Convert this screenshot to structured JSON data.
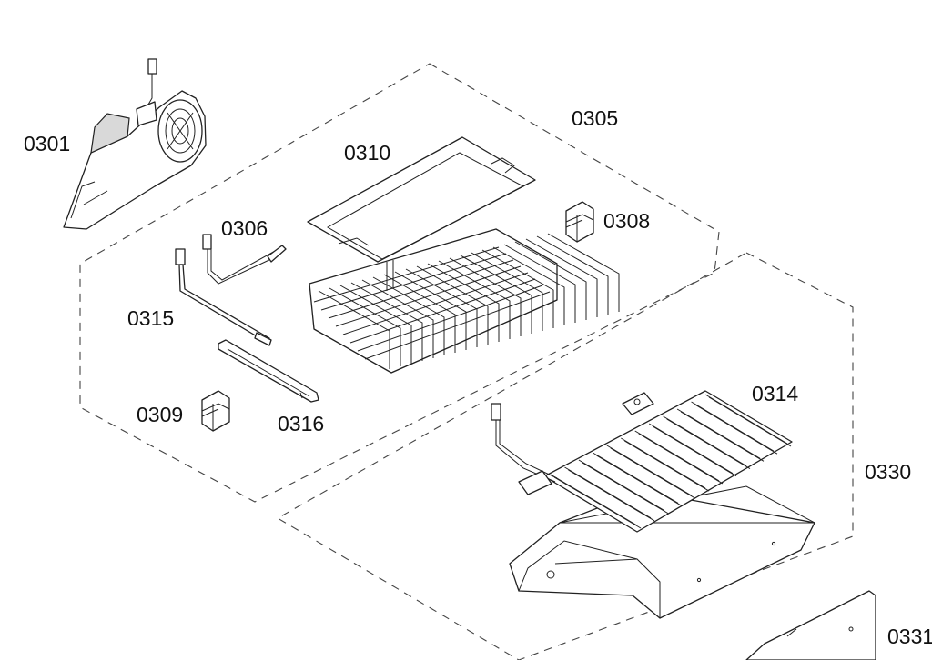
{
  "labels": {
    "p0301": "0301",
    "p0305": "0305",
    "p0306": "0306",
    "p0308": "0308",
    "p0309": "0309",
    "p0310": "0310",
    "p0314": "0314",
    "p0315": "0315",
    "p0316": "0316",
    "p0330": "0330",
    "p0331": "0331"
  }
}
